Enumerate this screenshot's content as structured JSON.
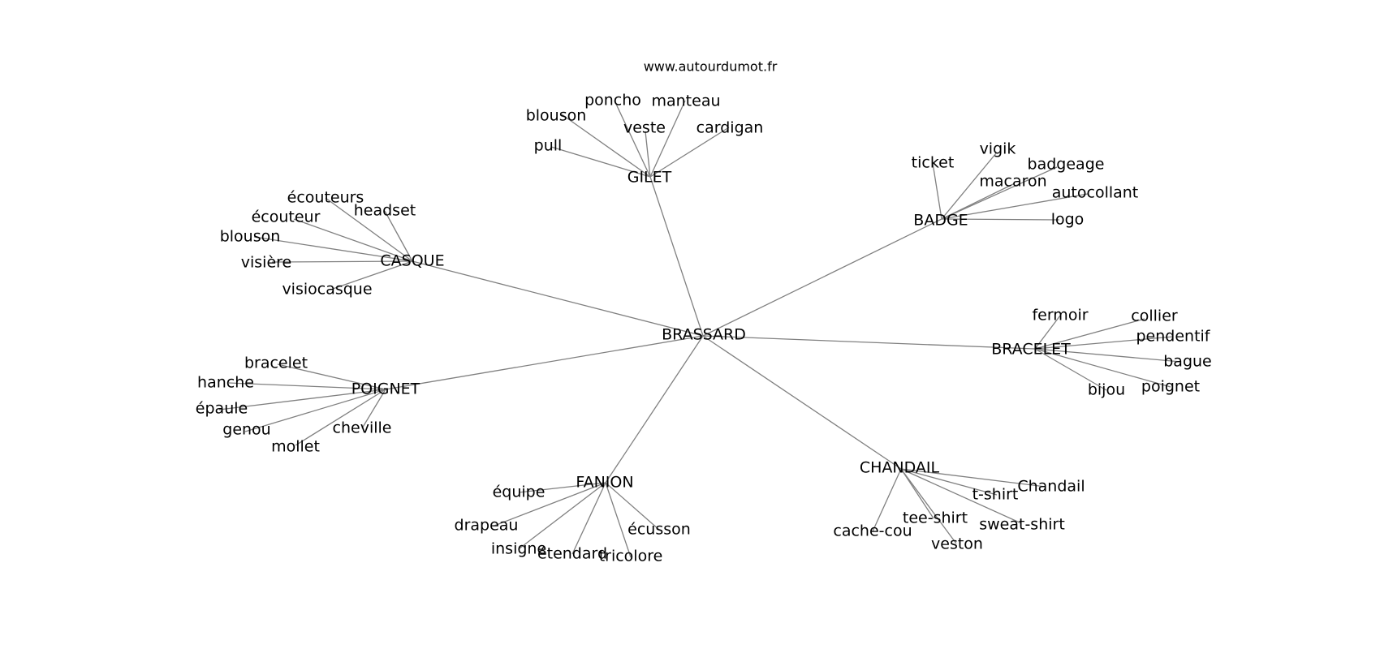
{
  "source": "www.autourdumot.fr",
  "center": "BRASSARD",
  "clusters": [
    {
      "hub": "GILET",
      "words": [
        "pull",
        "blouson",
        "poncho",
        "veste",
        "manteau",
        "cardigan"
      ]
    },
    {
      "hub": "BADGE",
      "words": [
        "ticket",
        "vigik",
        "badgeage",
        "macaron",
        "autocollant",
        "logo"
      ]
    },
    {
      "hub": "CASQUE",
      "words": [
        "écouteurs",
        "écouteur",
        "headset",
        "blouson",
        "visière",
        "visiocasque"
      ]
    },
    {
      "hub": "BRACELET",
      "words": [
        "fermoir",
        "collier",
        "pendentif",
        "bague",
        "bijou",
        "poignet"
      ]
    },
    {
      "hub": "POIGNET",
      "words": [
        "bracelet",
        "hanche",
        "épaule",
        "genou",
        "mollet",
        "cheville"
      ]
    },
    {
      "hub": "CHANDAIL",
      "words": [
        "Chandail",
        "t-shirt",
        "tee-shirt",
        "sweat-shirt",
        "cache-cou",
        "veston"
      ]
    },
    {
      "hub": "FANION",
      "words": [
        "équipe",
        "drapeau",
        "insigne",
        "étendard",
        "tricolore",
        "écusson"
      ]
    }
  ]
}
